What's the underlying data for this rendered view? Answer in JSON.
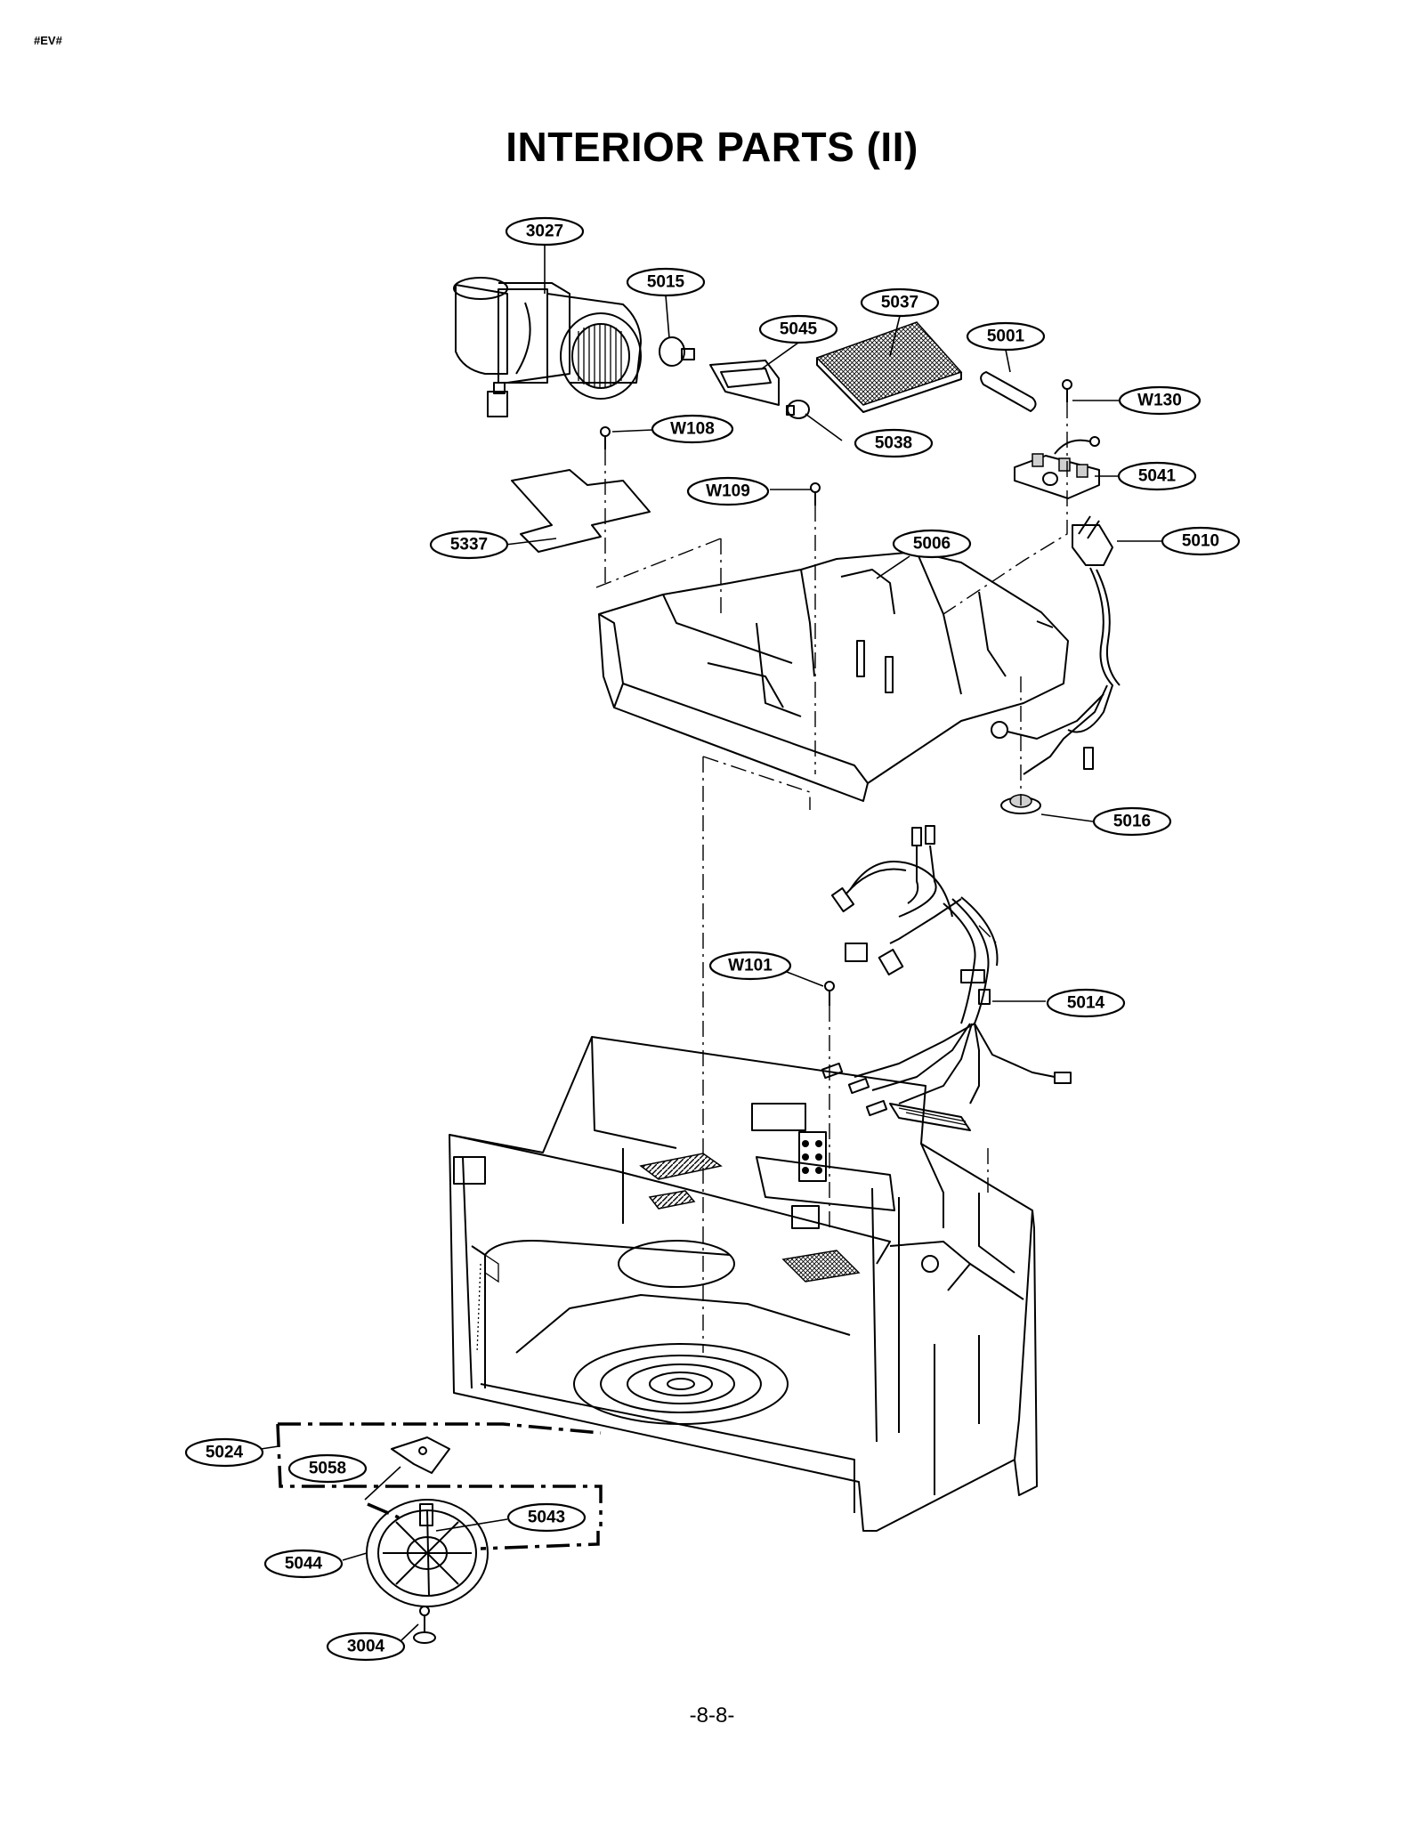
{
  "header": {
    "corner_code": "#EV#"
  },
  "title": "INTERIOR PARTS (II)",
  "page_number": "-8-8-",
  "callouts": [
    "3027",
    "5015",
    "5045",
    "5037",
    "5001",
    "W130",
    "W108",
    "5038",
    "5041",
    "W109",
    "5337",
    "5006",
    "5010",
    "5016",
    "W101",
    "5014",
    "5024",
    "5058",
    "5043",
    "5044",
    "3004"
  ]
}
